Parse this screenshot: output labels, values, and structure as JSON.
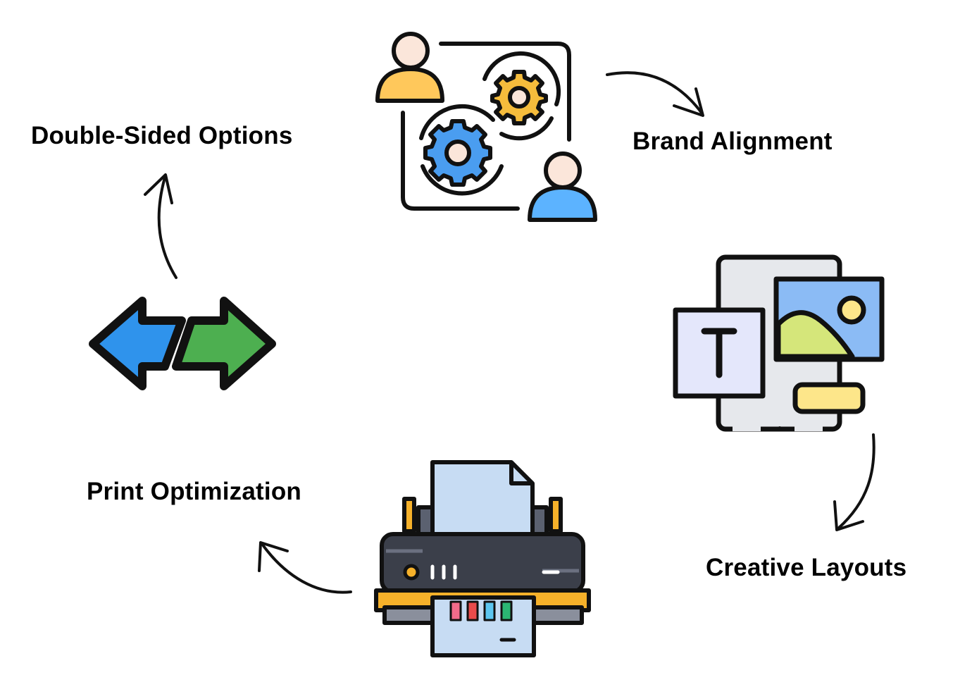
{
  "labels": {
    "brand": "Brand Alignment",
    "double": "Double-Sided Options",
    "print": "Print Optimization",
    "creative": "Creative Layouts"
  },
  "icons": {
    "team": "team-collaboration-gears-icon",
    "layout": "layout-design-icon",
    "printer": "printer-icon",
    "double_sided": "double-arrow-icon"
  },
  "colors": {
    "outline": "#111111",
    "yellow": "#FFC85B",
    "blue": "#5CB3FF",
    "gear_blue": "#4A9DF0",
    "gear_yellow": "#F5BC3C",
    "skin": "#FBE6DA",
    "arrow_blue": "#2F93EC",
    "arrow_green": "#4DAF50",
    "paper_blue": "#C7DCF3",
    "photo_blue": "#8BBBF5",
    "photo_green": "#D5E67A",
    "layout_bg": "#E6E8EC",
    "text_box": "#E4E7FB",
    "caption_yellow": "#FDE68A",
    "printer_body": "#3B3F4A",
    "printer_strip": "#F6B12A"
  }
}
